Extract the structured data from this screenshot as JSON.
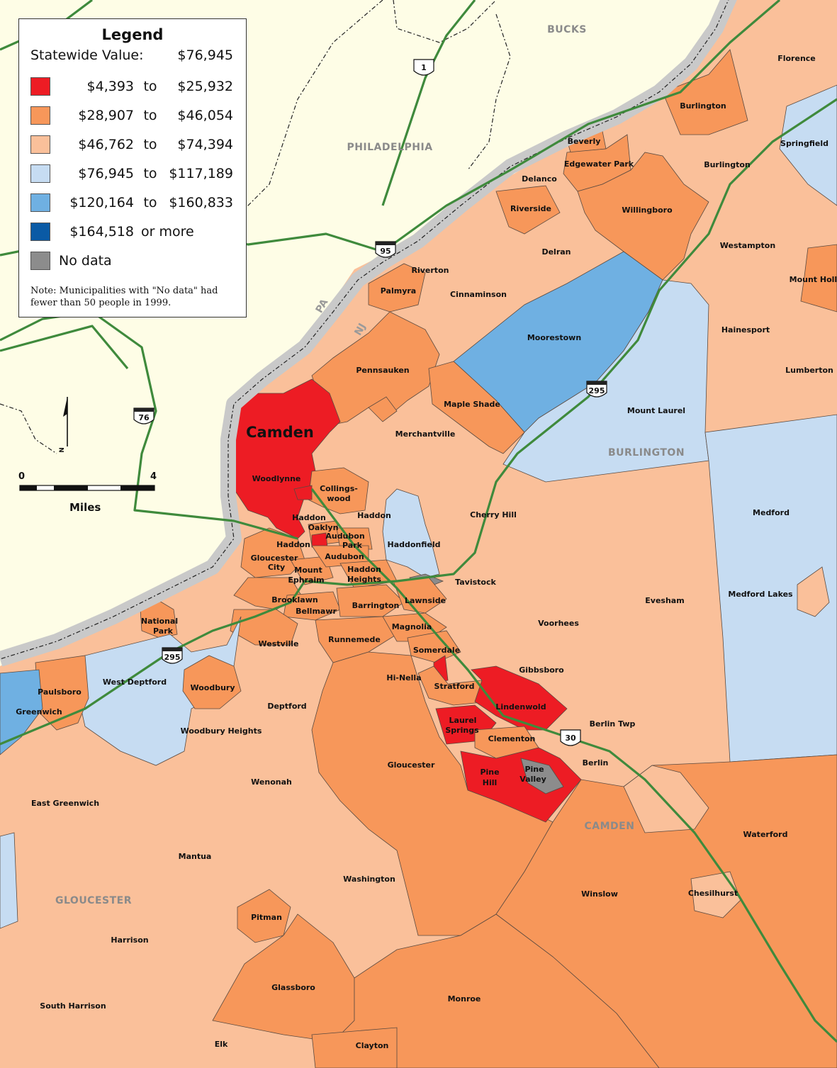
{
  "legend": {
    "title": "Legend",
    "statewide_label": "Statewide Value:",
    "statewide_value": "$76,945",
    "classes": [
      {
        "lo": "$4,393",
        "sep": "to",
        "hi": "$25,932",
        "color": "#ed1c24"
      },
      {
        "lo": "$28,907",
        "sep": "to",
        "hi": "$46,054",
        "color": "#f7975a"
      },
      {
        "lo": "$46,762",
        "sep": "to",
        "hi": "$74,394",
        "color": "#fac09a"
      },
      {
        "lo": "$76,945",
        "sep": "to",
        "hi": "$117,189",
        "color": "#c6dcf2"
      },
      {
        "lo": "$120,164",
        "sep": "to",
        "hi": "$160,833",
        "color": "#6fb0e2"
      },
      {
        "lo": "$164,518",
        "sep": "or more",
        "hi": "",
        "color": "#0a5aa5"
      },
      {
        "lo": "No data",
        "sep": "",
        "hi": "",
        "color": "#8c8c8c"
      }
    ],
    "note_line1": "Note:  Municipalities with \"No data\" had",
    "note_line2": "fewer than 50 people in 1999."
  },
  "scale": {
    "start": "0",
    "end": "4",
    "unit": "Miles",
    "north": "N"
  },
  "counties": {
    "bucks": "BUCKS",
    "philadelphia": "PHILADELPHIA",
    "burlington": "BURLINGTON",
    "camden": "CAMDEN",
    "gloucester": "GLOUCESTER"
  },
  "states": {
    "pa": "PA",
    "nj": "NJ"
  },
  "highways": {
    "us1": "1",
    "i95": "95",
    "i76": "76",
    "i295_a": "295",
    "i295_b": "295",
    "us30": "30"
  },
  "places": {
    "camden_city": "Camden",
    "florence": "Florence",
    "burlington_city": "Burlington",
    "springfield": "Springfield",
    "beverly": "Beverly",
    "edgewater_park": "Edgewater Park",
    "burlington_twp": "Burlington",
    "delanco": "Delanco",
    "riverside": "Riverside",
    "willingboro": "Willingboro",
    "delran": "Delran",
    "westampton": "Westampton",
    "mount_holly": "Mount Holly",
    "riverton": "Riverton",
    "palmyra": "Palmyra",
    "cinnaminson": "Cinnaminson",
    "moorestown": "Moorestown",
    "hainesport": "Hainesport",
    "lumberton": "Lumberton",
    "pennsauken": "Pennsauken",
    "maple_shade": "Maple Shade",
    "merchantville": "Merchantville",
    "mount_laurel": "Mount Laurel",
    "woodlynne": "Woodlynne",
    "collingswood": "Collings-\nwood",
    "haddon_twp": "Haddon",
    "cherry_hill": "Cherry Hill",
    "medford": "Medford",
    "haddon_hts_top": "Haddon",
    "oaklyn": "Oaklyn",
    "audubon_park": "Audubon Park",
    "haddonfield": "Haddonfield",
    "haddon_left": "Haddon",
    "gloucester_city": "Gloucester City",
    "mount_ephraim": "Mount Ephraim",
    "audubon": "Audubon",
    "haddon_heights": "Haddon Heights",
    "tavistock": "Tavistock",
    "brooklawn": "Brooklawn",
    "bellmawr": "Bellmawr",
    "barrington": "Barrington",
    "lawnside": "Lawnside",
    "evesham": "Evesham",
    "medford_lakes": "Medford Lakes",
    "national_park": "National Park",
    "westville": "Westville",
    "runnemede": "Runnemede",
    "magnolia": "Magnolia",
    "voorhees": "Voorhees",
    "somerdale": "Somerdale",
    "paulsboro": "Paulsboro",
    "west_deptford": "West Deptford",
    "hi_nella": "Hi-Nella",
    "stratford": "Stratford",
    "gibbsboro": "Gibbsboro",
    "greenwich": "Greenwich",
    "woodbury": "Woodbury",
    "deptford": "Deptford",
    "lindenwold": "Lindenwold",
    "laurel_springs": "Laurel Springs",
    "berlin_twp": "Berlin Twp",
    "woodbury_heights": "Woodbury Heights",
    "clementon": "Clementon",
    "berlin": "Berlin",
    "gloucester_twp": "Gloucester",
    "pine_hill": "Pine Hill",
    "pine_valley": "Pine Valley",
    "wenonah": "Wenonah",
    "east_greenwich": "East Greenwich",
    "waterford": "Waterford",
    "mantua": "Mantua",
    "washington": "Washington",
    "winslow": "Winslow",
    "chesilhurst": "Chesilhurst",
    "pitman": "Pitman",
    "harrison": "Harrison",
    "glassboro": "Glassboro",
    "monroe": "Monroe",
    "south_harrison": "South Harrison",
    "elk": "Elk",
    "clayton": "Clayton"
  }
}
